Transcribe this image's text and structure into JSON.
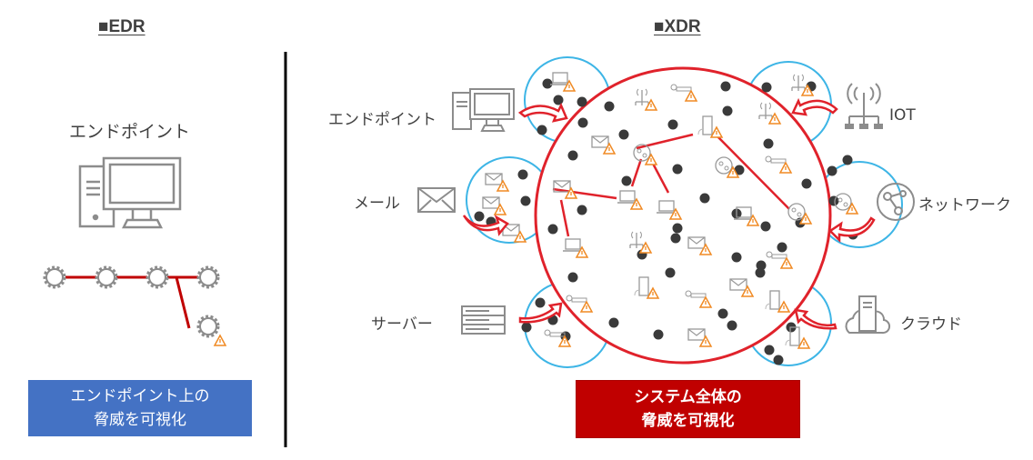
{
  "edr": {
    "heading": "■EDR",
    "endpoint_label": "エンドポイント",
    "summary_line1": "エンドポイント上の",
    "summary_line2": "脅威を可視化",
    "box_color": "#4472C4"
  },
  "xdr": {
    "heading": "■XDR",
    "sources": {
      "endpoint": "エンドポイント",
      "mail": "メール",
      "server": "サーバー",
      "iot": "IOT",
      "network": "ネットワーク",
      "cloud": "クラウド"
    },
    "summary_line1": "システム全体の",
    "summary_line2": "脅威を可視化",
    "box_color": "#C00000"
  },
  "colors": {
    "threat_line": "#E0222B",
    "source_ring": "#3DB5E6",
    "warning": "#F08A24",
    "icon_gray": "#8C8C8C",
    "dot": "#3A3A3A"
  }
}
